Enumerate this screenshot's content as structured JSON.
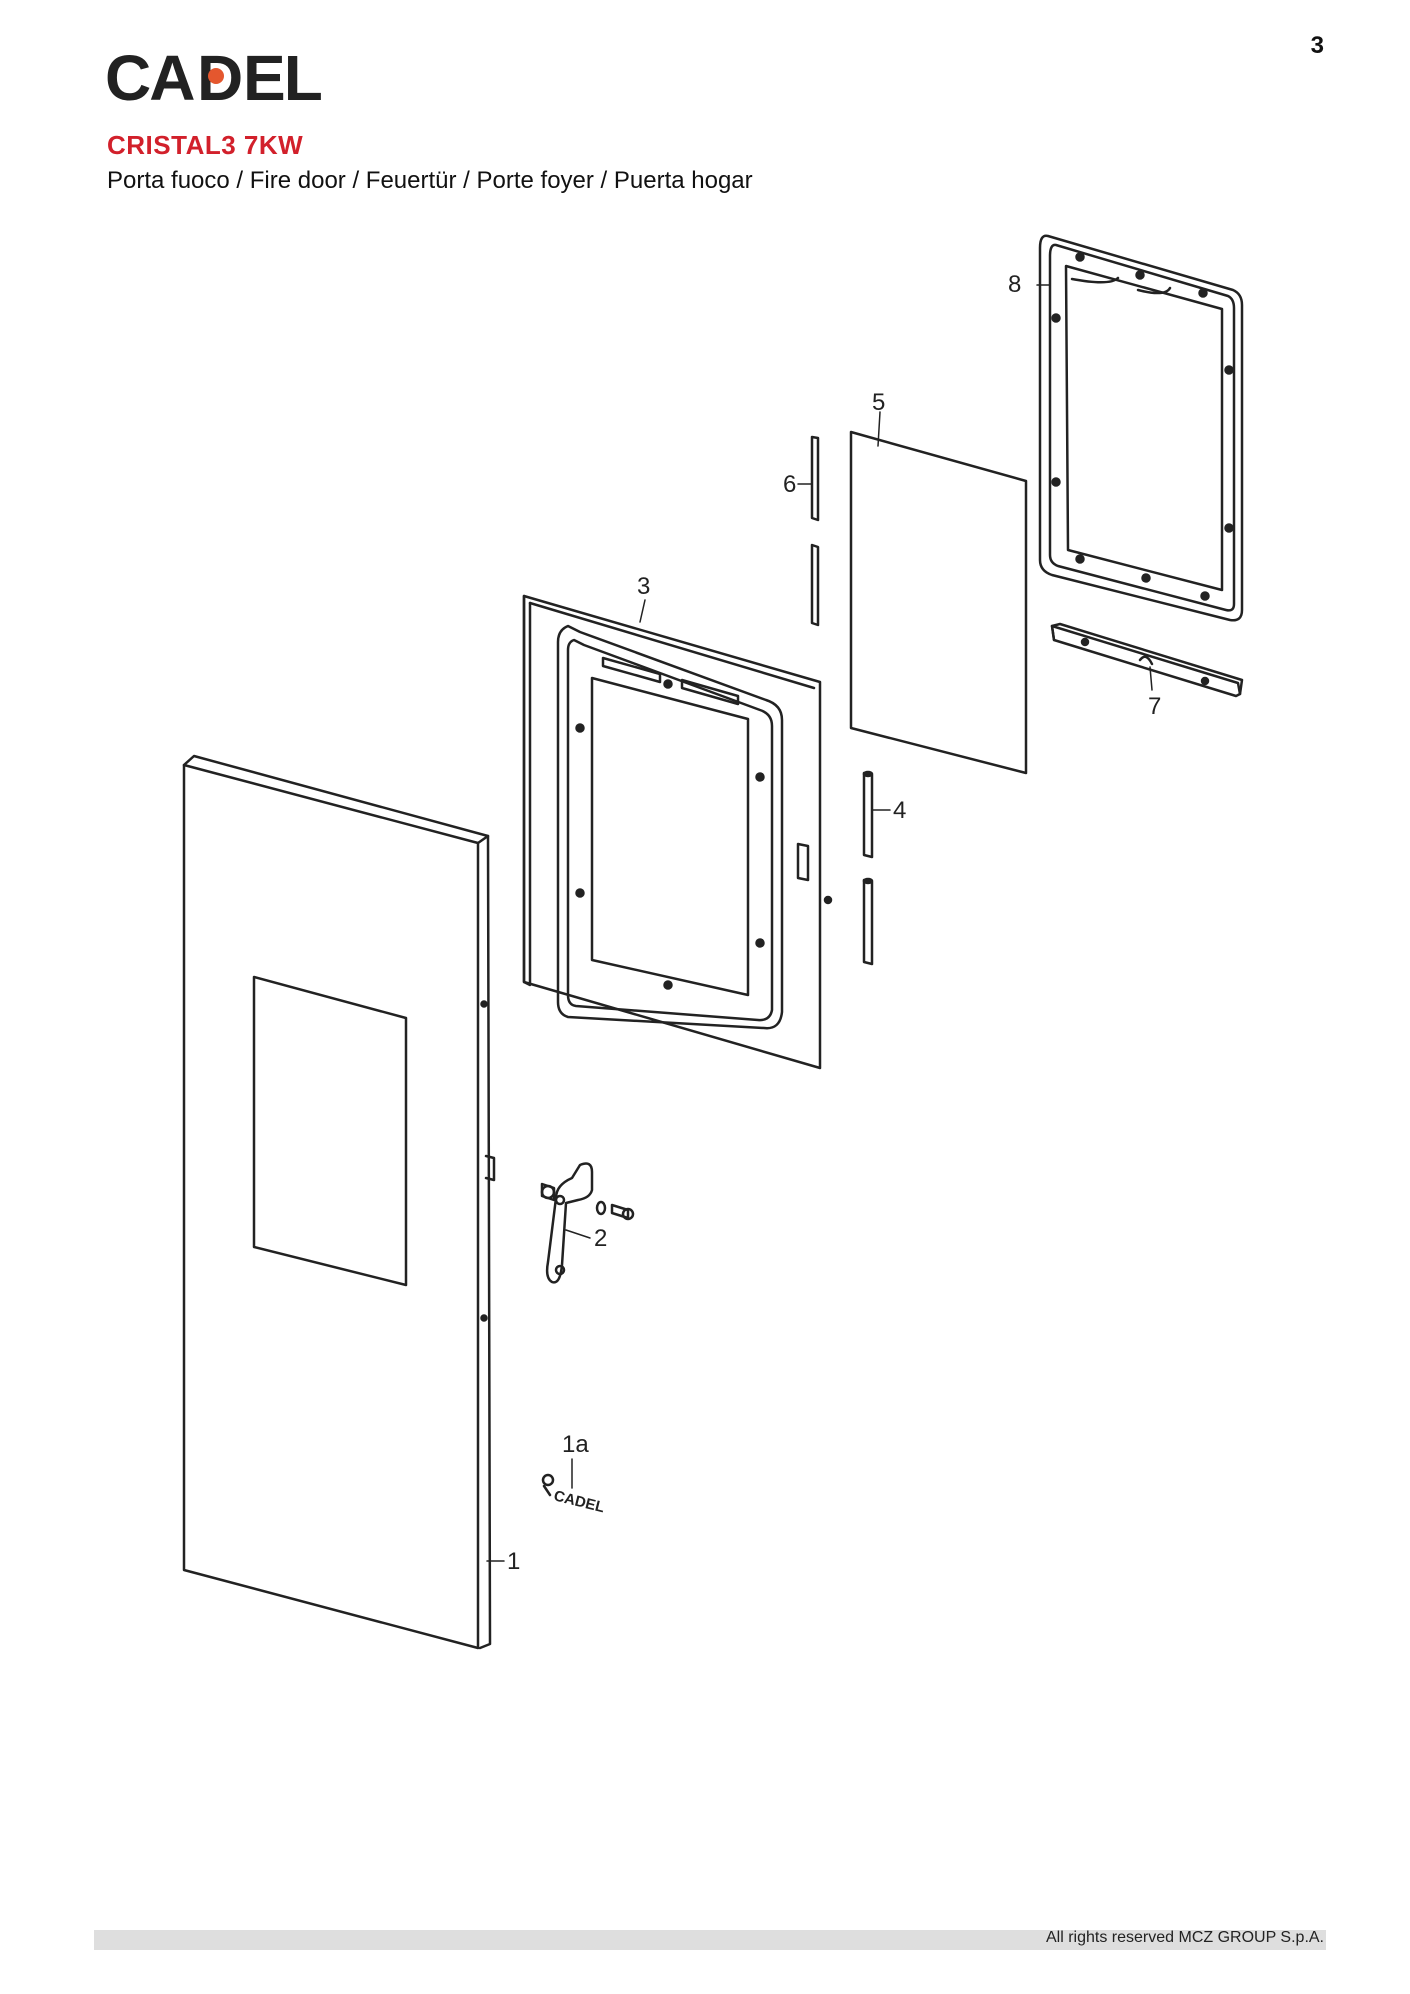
{
  "header": {
    "page_number": "3",
    "brand": "CADEL",
    "model": "CRISTAL3 7KW",
    "subtitle": "Porta fuoco / Fire door / Feuertür / Porte foyer / Puerta hogar"
  },
  "diagram": {
    "callouts": [
      "1",
      "1a",
      "2",
      "3",
      "4",
      "5",
      "6",
      "7",
      "8"
    ],
    "badge_text": "CADEL"
  },
  "footer": {
    "copyright": "All rights reserved MCZ GROUP S.p.A."
  },
  "colors": {
    "accent": "#d2202b",
    "line": "#222222",
    "footer_bar": "#dedede"
  }
}
